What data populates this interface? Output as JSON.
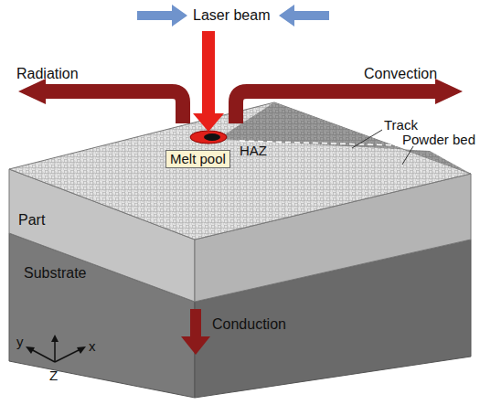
{
  "diagram": {
    "nodes": [
      {
        "text": [
          "Melt pool"
        ]
      }
    ],
    "labels": [
      "Laser beam",
      "Radiation",
      "Convection",
      "Track",
      "Powder bed",
      "HAZ",
      "Part",
      "Substrate",
      "Conduction",
      "y",
      "x",
      "Z"
    ]
  }
}
